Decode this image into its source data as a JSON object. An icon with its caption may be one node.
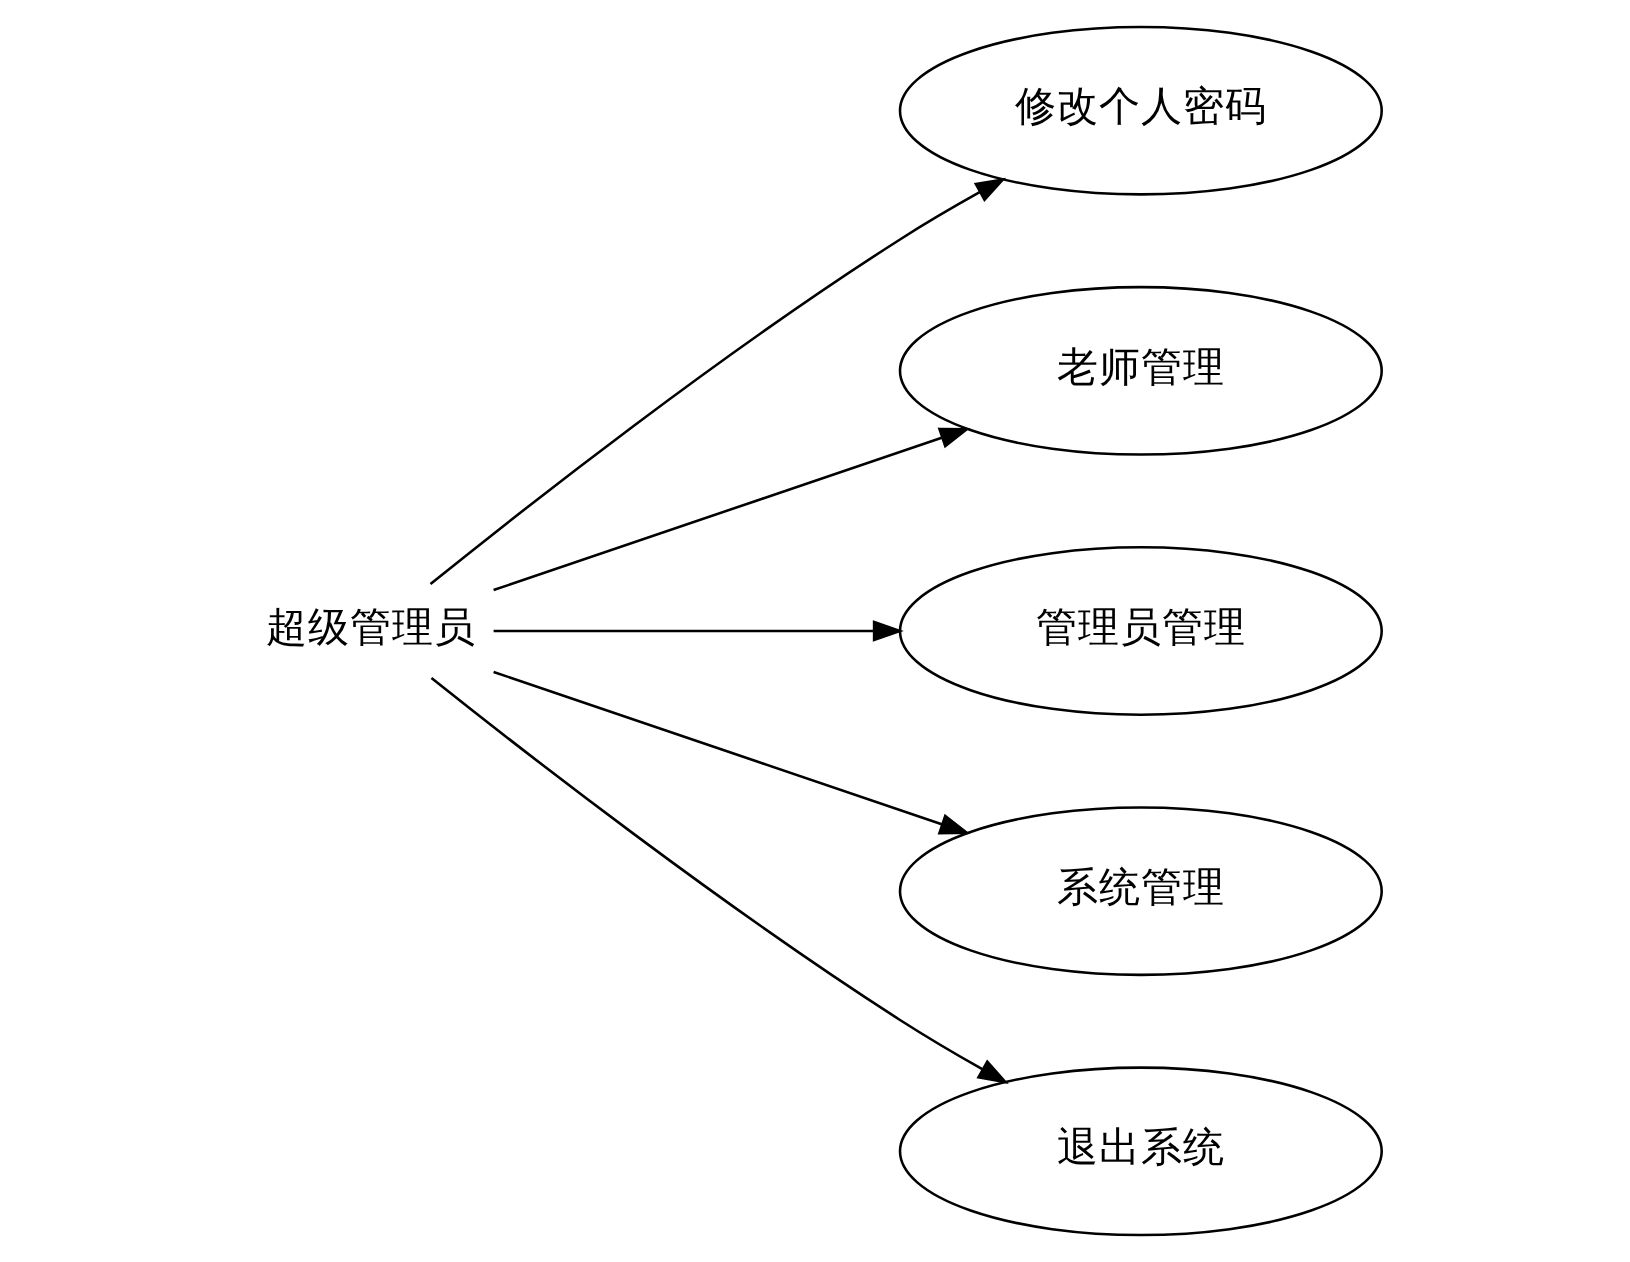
{
  "diagram": {
    "nodes": [
      {
        "text": [
          "超级管理员"
        ]
      },
      {
        "text": [
          "修改个人密码"
        ]
      },
      {
        "text": [
          "老师管理"
        ]
      },
      {
        "text": [
          "管理员管理"
        ]
      },
      {
        "text": [
          "系统管理"
        ]
      },
      {
        "text": [
          "退出系统"
        ]
      }
    ],
    "edges": [
      {
        "from": 0,
        "to": 1,
        "arrow": "to"
      },
      {
        "from": 0,
        "to": 2,
        "arrow": "to"
      },
      {
        "from": 0,
        "to": 3,
        "arrow": "to"
      },
      {
        "from": 0,
        "to": 4,
        "arrow": "to"
      },
      {
        "from": 0,
        "to": 5,
        "arrow": "to"
      }
    ]
  }
}
